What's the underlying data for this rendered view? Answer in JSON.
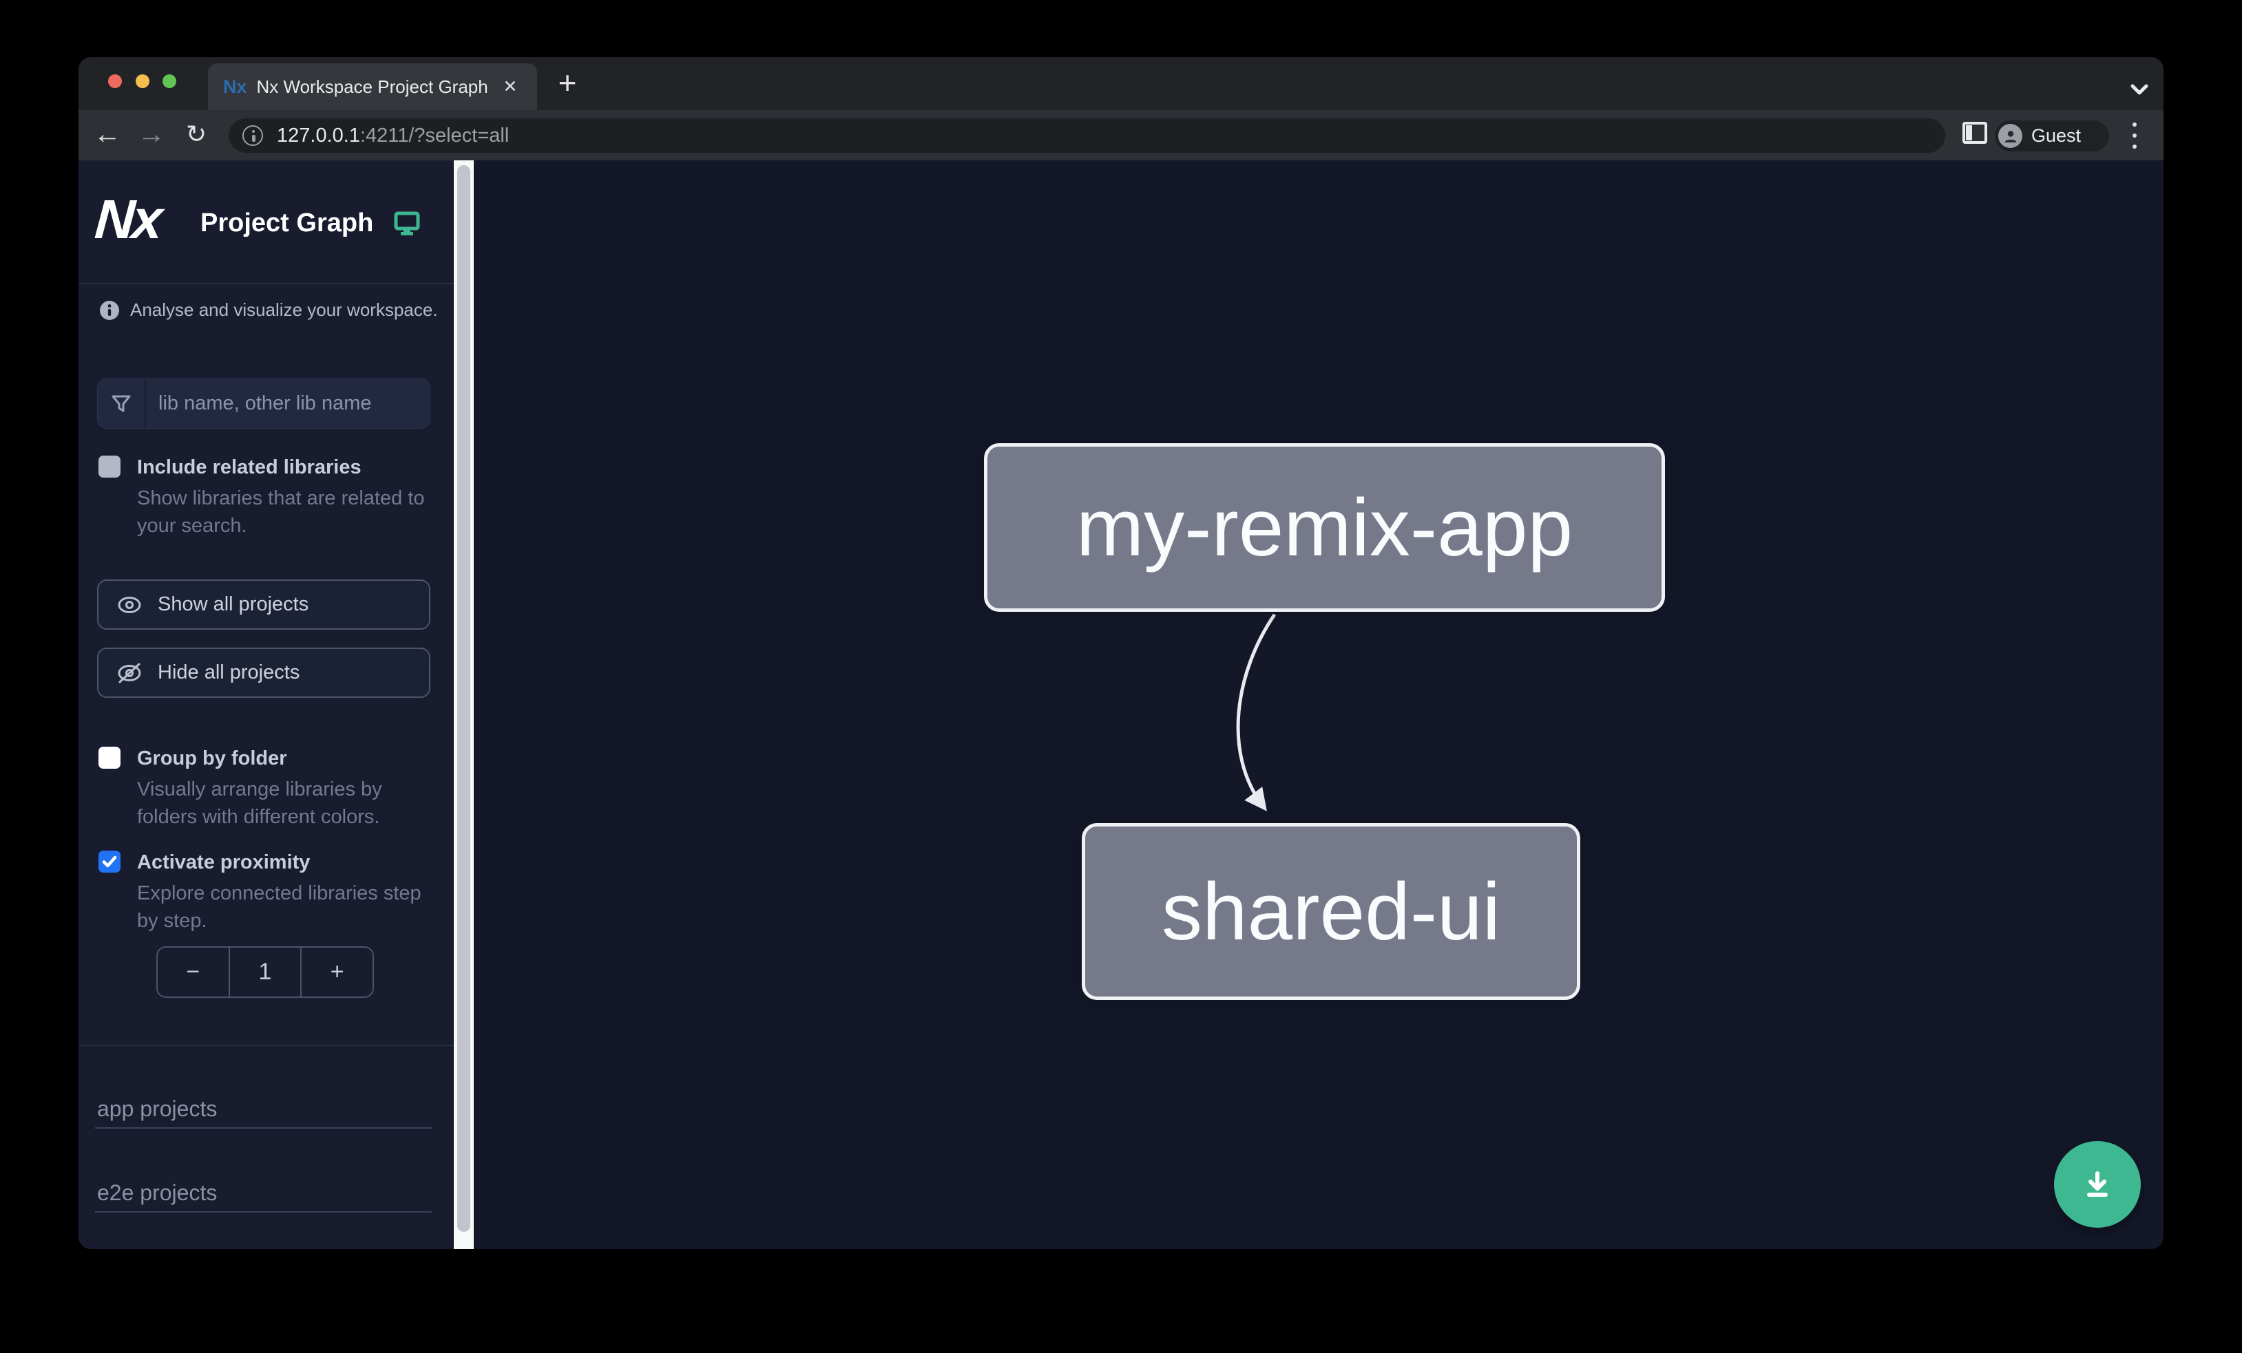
{
  "browser": {
    "tab": {
      "favicon_text": "Nx",
      "title": "Nx Workspace Project Graph",
      "close_glyph": "✕",
      "new_tab_glyph": "+"
    },
    "toolbar": {
      "back_glyph": "←",
      "forward_glyph": "→",
      "reload_glyph": "↻",
      "url_host": "127.0.0.1",
      "url_rest": ":4211/?select=all",
      "profile_label": "Guest"
    }
  },
  "app": {
    "header": {
      "logo_text": "Nx",
      "title": "Project Graph"
    },
    "tagline": "Analyse and visualize your workspace.",
    "filter_placeholder": "lib name, other lib name",
    "include_related": {
      "label": "Include related libraries",
      "description": "Show libraries that are related to your search.",
      "checked": false
    },
    "show_all_label": "Show all projects",
    "hide_all_label": "Hide all projects",
    "group_by_folder": {
      "label": "Group by folder",
      "description": "Visually arrange libraries by folders with different colors.",
      "checked": false
    },
    "activate_proximity": {
      "label": "Activate proximity",
      "description": "Explore connected libraries step by step.",
      "checked": true
    },
    "proximity_stepper": {
      "decrease_glyph": "−",
      "value": "1",
      "increase_glyph": "+"
    },
    "sections": {
      "apps": "app projects",
      "e2e": "e2e projects"
    },
    "graph": {
      "nodes": [
        "my-remix-app",
        "shared-ui"
      ],
      "edge": {
        "from": "my-remix-app",
        "to": "shared-ui"
      }
    }
  },
  "colors": {
    "accent_green": "#3eb890",
    "checkbox_blue": "#2173f5",
    "node_fill": "#75798a",
    "node_border": "#f0f1f4",
    "sidebar_bg": "#181c2e",
    "graph_bg": "#131728",
    "traffic_red": "#ee6a5f",
    "traffic_yellow": "#f5bf4f",
    "traffic_green": "#61c454"
  }
}
